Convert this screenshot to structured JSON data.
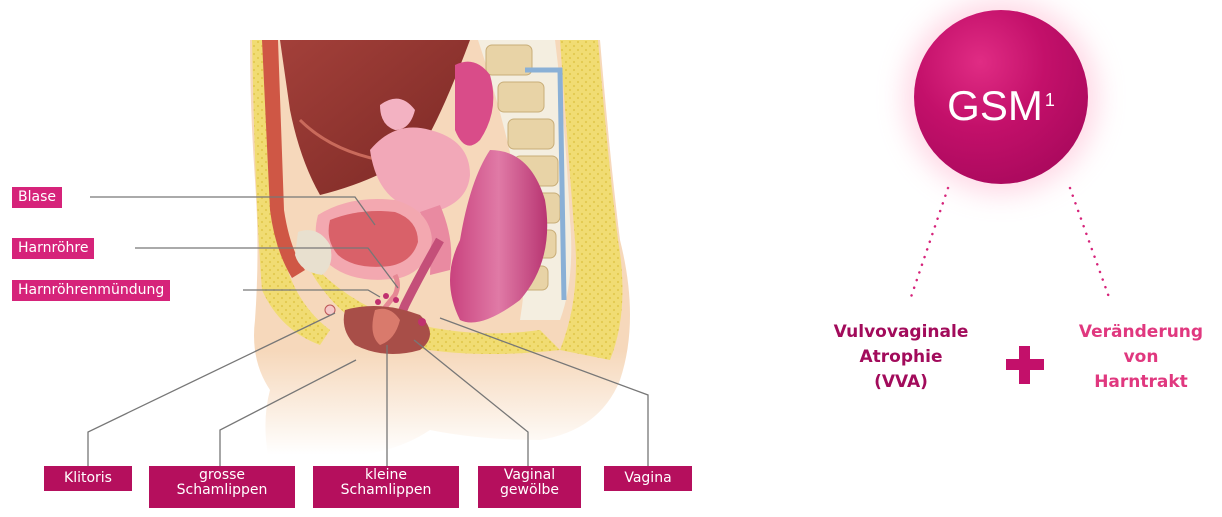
{
  "anatomy": {
    "left_labels": [
      {
        "id": "blase",
        "text": "Blase"
      },
      {
        "id": "harnroehre",
        "text": "Harnröhre"
      },
      {
        "id": "harnroehrenmuendung",
        "text": "Harnröhrenmündung"
      }
    ],
    "bottom_labels": [
      {
        "id": "klitoris",
        "lines": [
          "Klitoris"
        ]
      },
      {
        "id": "grosse-schamlippen",
        "lines": [
          "grosse",
          "Schamlippen"
        ]
      },
      {
        "id": "kleine-schamlippen",
        "lines": [
          "kleine",
          "Schamlippen"
        ]
      },
      {
        "id": "vaginalgewoelbe",
        "lines": [
          "Vaginal",
          "gewölbe"
        ]
      },
      {
        "id": "vagina",
        "lines": [
          "Vagina"
        ]
      }
    ]
  },
  "gsm": {
    "title": "GSM",
    "superscript": "1",
    "left_term": [
      "Vulvovaginale",
      "Atrophie",
      "(VVA)"
    ],
    "right_term": [
      "Veränderung",
      "von",
      "Harntrakt"
    ]
  },
  "colors": {
    "label_bg": "#d6237a",
    "label_bg_dark": "#b50f5d",
    "circle": "#c3106a",
    "left_term_text": "#a20b5b",
    "right_term_text": "#e0387f",
    "leader_line": "#777777"
  }
}
